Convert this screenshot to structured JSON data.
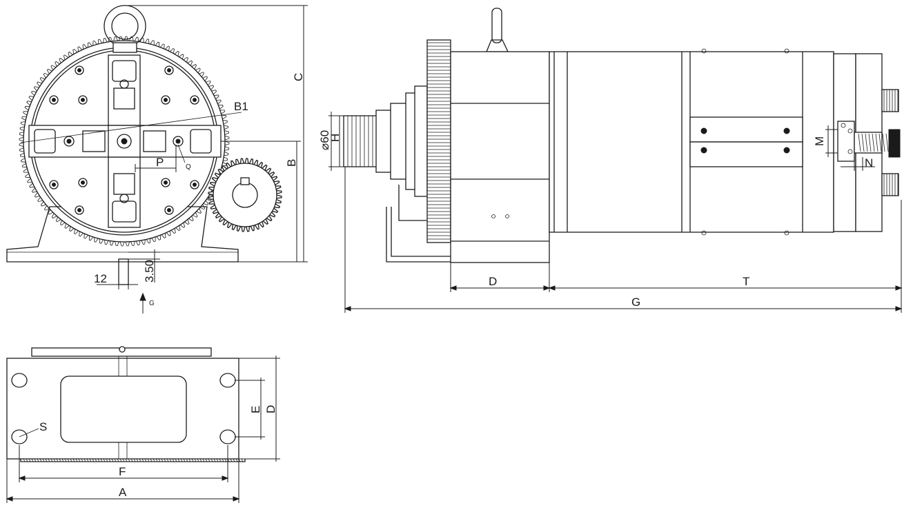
{
  "labels": {
    "B1": "B1",
    "C": "C",
    "B": "B",
    "P": "P",
    "Q": "Q",
    "dim_12": "12",
    "dim_350": "3.50",
    "G_arrow": "G",
    "dia60": "⌀60",
    "H": "H",
    "M": "M",
    "N": "N",
    "D_side": "D",
    "T": "T",
    "G": "G",
    "E": "E",
    "D_base": "D",
    "S": "S",
    "F": "F",
    "A": "A"
  },
  "colors": {
    "line": "#1a1a1a",
    "background": "#ffffff"
  }
}
